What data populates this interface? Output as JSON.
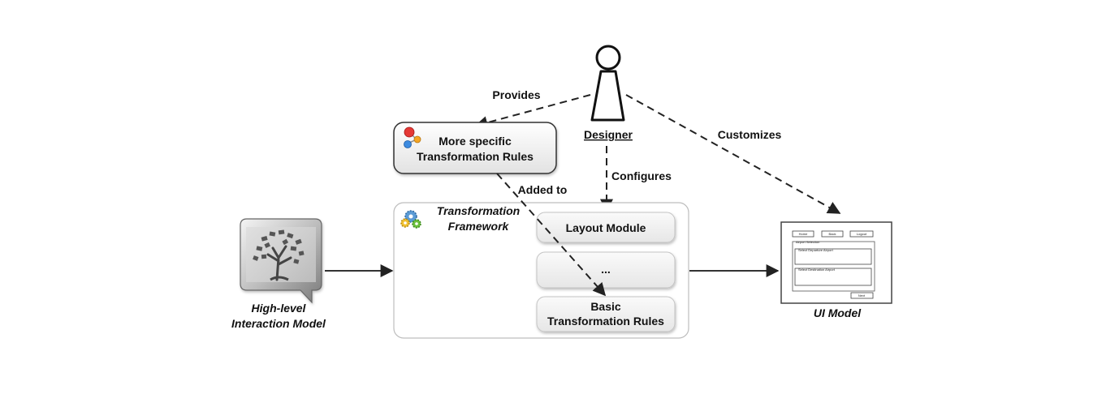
{
  "actors": {
    "designer": {
      "name": "Designer"
    }
  },
  "arrows": {
    "provides": "Provides",
    "customizes": "Customizes",
    "configures": "Configures",
    "added_to": "Added to"
  },
  "rules_box": {
    "line1": "More specific",
    "line2": "Transformation Rules",
    "icon": "molecule-icon"
  },
  "framework": {
    "title_line1": "Transformation",
    "title_line2": "Framework",
    "icon": "gears-icon",
    "modules": [
      {
        "line1": "Layout Module",
        "line2": ""
      },
      {
        "line1": "...",
        "line2": ""
      },
      {
        "line1": "Basic",
        "line2": "Transformation Rules"
      }
    ]
  },
  "interaction_model": {
    "line1": "High-level",
    "line2": "Interaction Model",
    "icon": "tree-speech-bubble-icon"
  },
  "ui_model": {
    "label": "UI Model",
    "mock": {
      "buttons": [
        "Home",
        "Back",
        "Logout"
      ],
      "group_title": "Airport Selection",
      "field1": "Select Departure Airport",
      "field2": "Select Destination Airport",
      "next": "Next"
    }
  },
  "colors": {
    "stroke": "#333333",
    "box_fill_top": "#ffffff",
    "box_fill_bottom": "#e4e4e4"
  }
}
